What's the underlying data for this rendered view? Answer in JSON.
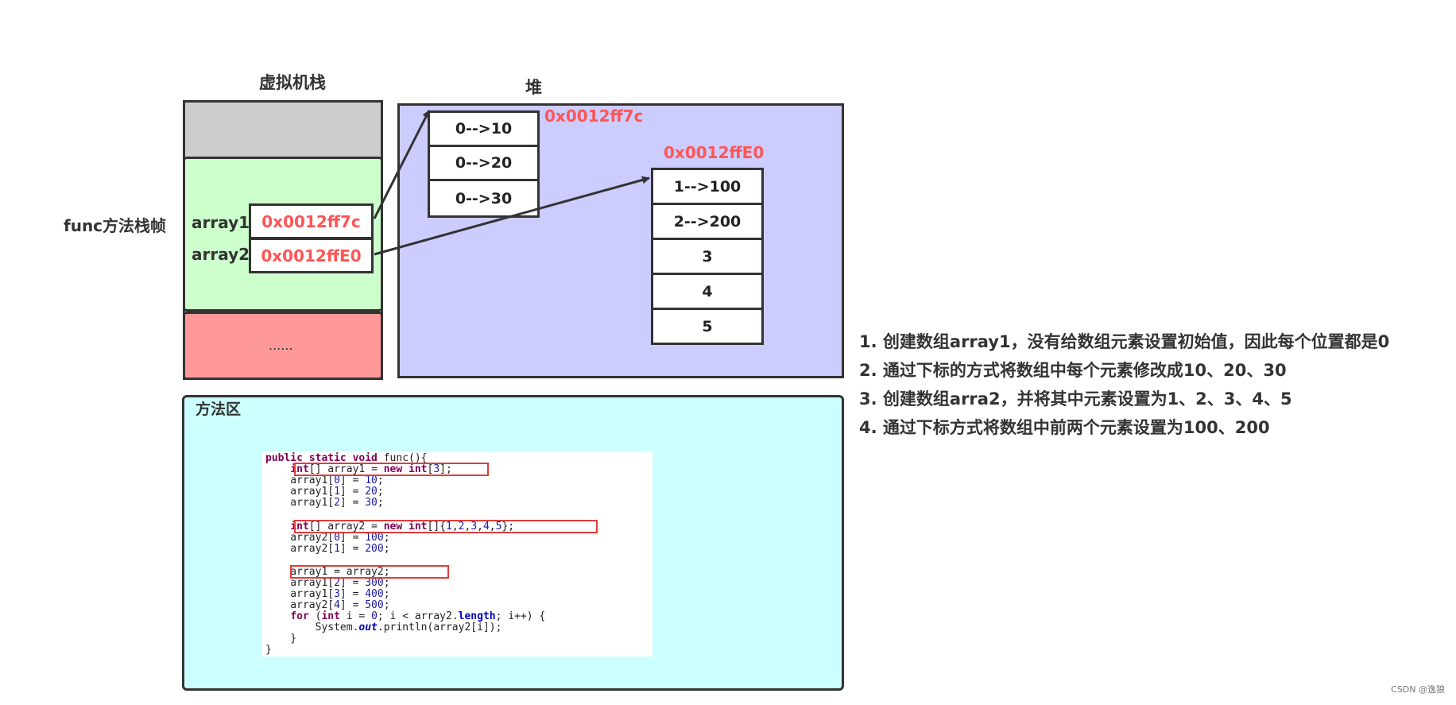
{
  "stack": {
    "title": "虚拟机栈",
    "frame_label": "func方法栈帧",
    "vars": [
      {
        "name": "array1",
        "value": "0x0012ff7c"
      },
      {
        "name": "array2",
        "value": "0x0012ffE0"
      }
    ],
    "ellipsis": "......"
  },
  "heap": {
    "title": "堆",
    "arrays": [
      {
        "address": "0x0012ff7c",
        "cells": [
          "0-->10",
          "0-->20",
          "0-->30"
        ]
      },
      {
        "address": "0x0012ffE0",
        "cells": [
          "1-->100",
          "2-->200",
          "3",
          "4",
          "5"
        ]
      }
    ]
  },
  "method_area": {
    "title": "方法区",
    "code_lines": [
      "public static void func(){",
      "    int[] array1 = new int[3];",
      "    array1[0] = 10;",
      "    array1[1] = 20;",
      "    array1[2] = 30;",
      "",
      "    int[] array2 = new int[]{1,2,3,4,5};",
      "    array2[0] = 100;",
      "    array2[1] = 200;",
      "",
      "    array1 = array2;",
      "    array1[2] = 300;",
      "    array1[3] = 400;",
      "    array2[4] = 500;",
      "    for (int i = 0; i < array2.length; i++) {",
      "        System.out.println(array2[i]);",
      "    }",
      "}"
    ]
  },
  "notes": [
    "1. 创建数组array1，没有给数组元素设置初始值，因此每个位置都是0",
    "2. 通过下标的方式将数组中每个元素修改成10、20、30",
    "3. 创建数组arra2，并将其中元素设置为1、2、3、4、5",
    "4. 通过下标方式将数组中前两个元素设置为100、200"
  ],
  "footer": "CSDN @逸狼",
  "colors": {
    "stack_top": "#cccccc",
    "stack_frame": "#ccffcc",
    "stack_bottom": "#ff9999",
    "heap": "#ccccff",
    "method_area": "#ccffff",
    "address": "#ff5555"
  }
}
